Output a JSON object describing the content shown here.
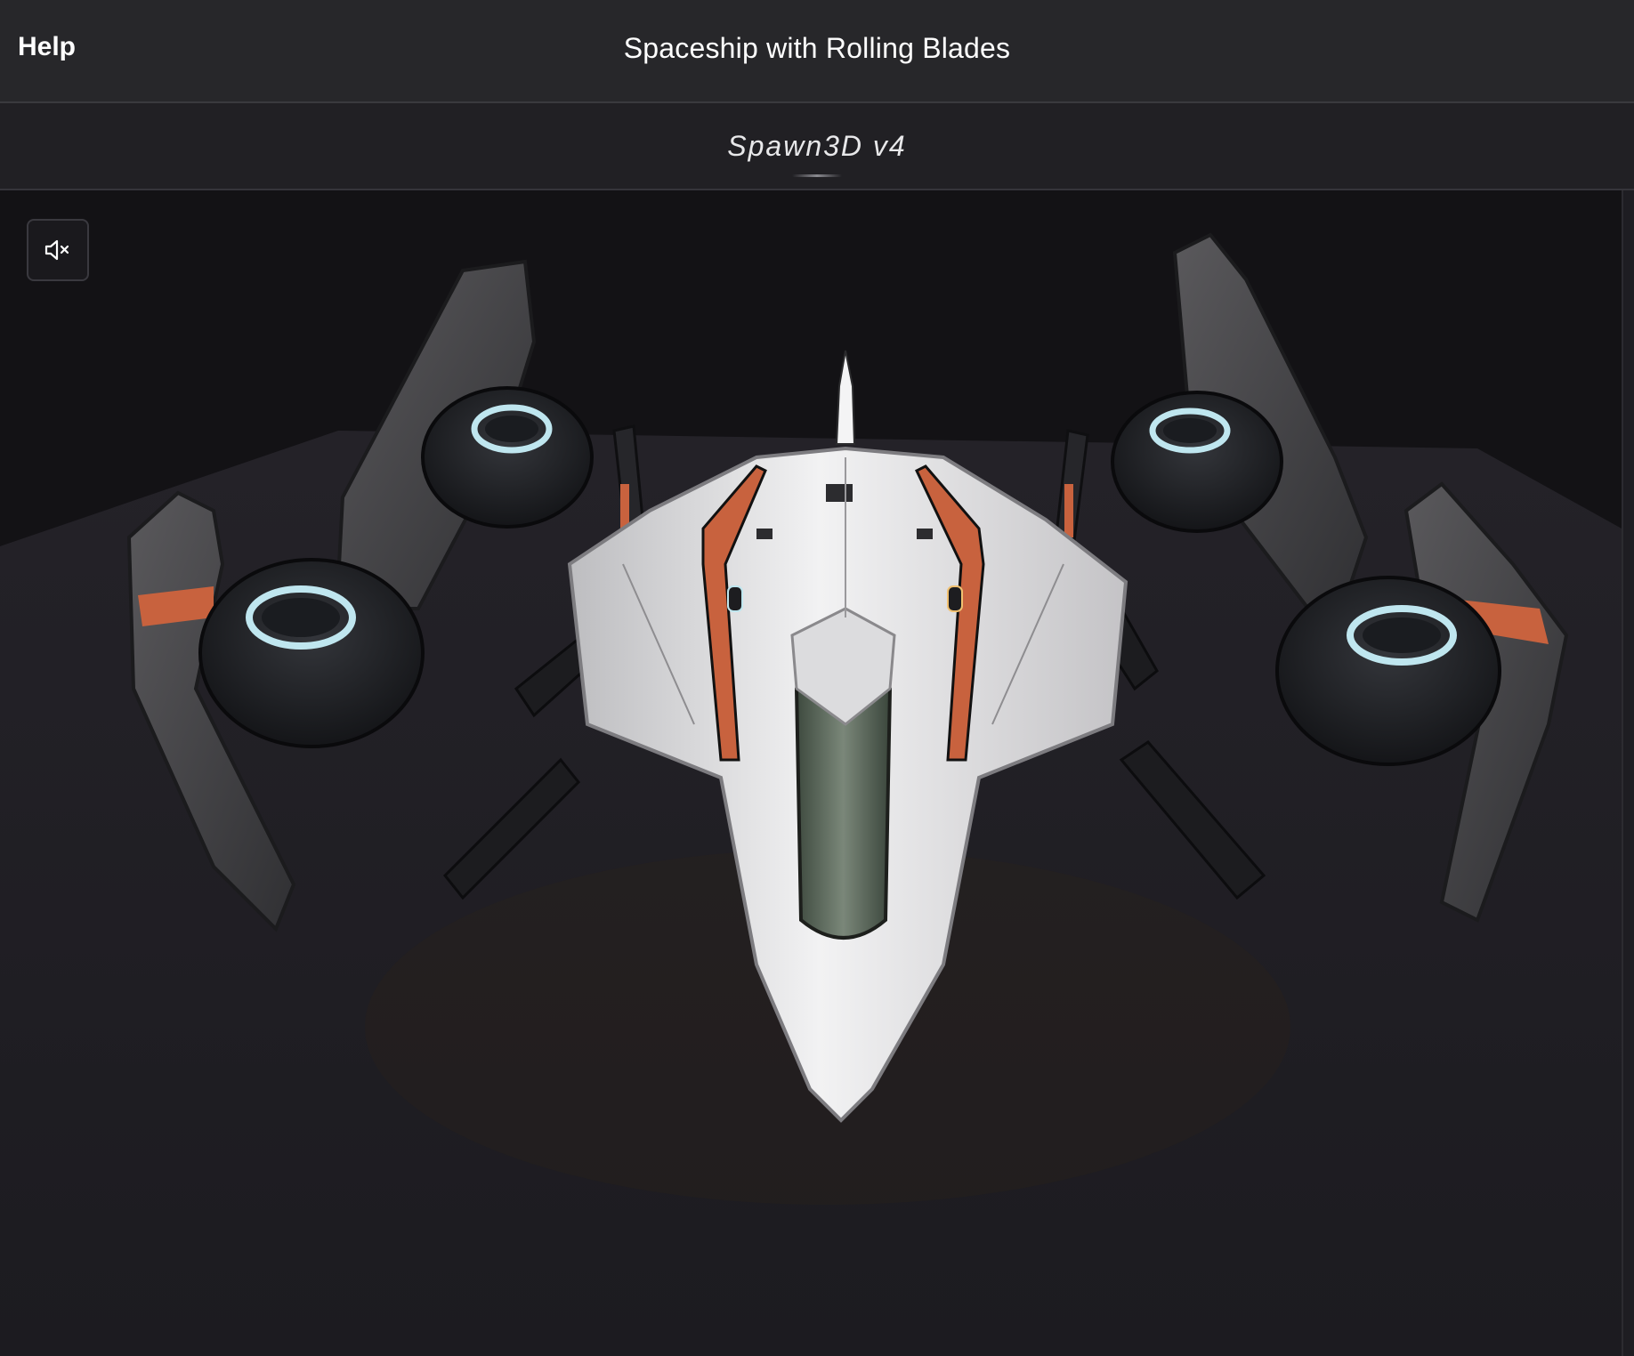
{
  "header": {
    "help_label": "Help",
    "title": "Spaceship with Rolling Blades"
  },
  "subheader": {
    "model_tab_label": "Spawn3D v4"
  },
  "viewport": {
    "mute_icon": "speaker-muted-icon",
    "model": "spaceship"
  },
  "colors": {
    "header_bg": "#27272a",
    "subheader_bg": "#212024",
    "viewport_bg": "#131215",
    "floor": "#201e24",
    "hull_white": "#e6e6e8",
    "hull_orange": "#c8623e",
    "engine_dark": "#232428",
    "engine_ring": "#bfe6ef",
    "blade_gray": "#4a494c"
  }
}
